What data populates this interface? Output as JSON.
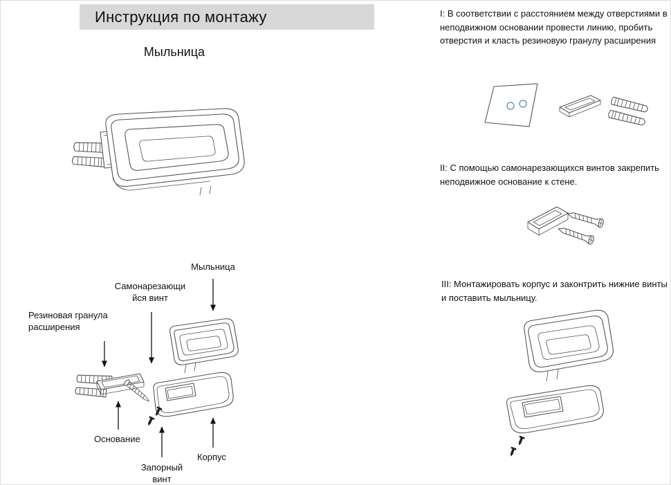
{
  "page": {
    "title": "Инструкция по монтажу",
    "product": "Мыльница"
  },
  "exploded_view": {
    "labels": {
      "dish": "Мыльница",
      "self_tapping_screw": "Самонарезающи\nйся винт",
      "rubber_expansion_plug": "Резиновая гранула\nрасширения",
      "base": "Основание",
      "lock_screw": "Запорный\nвинт",
      "body": "Корпус"
    }
  },
  "steps": [
    {
      "number": "I",
      "text": "I: В соответствии с расстоянием между отверстиями в неподвижном основании провести линию, пробить отверстия и класть резиновую гранулу расширения"
    },
    {
      "number": "II",
      "text": "II: С помощью самонарезающихся винтов закрепить неподвижное основание к стене."
    },
    {
      "number": "III",
      "text": "III: Монтажировать корпус и законтрить нижние винты и поставить мыльницу."
    }
  ],
  "icons": {
    "drawings": [
      "assembled-soap-dish-drawing",
      "exploded-view-drawing",
      "wall-plate-and-anchors-drawing",
      "bracket-and-screws-drawing",
      "body-and-dish-drawing"
    ]
  },
  "colors": {
    "header_bg": "#d8d8d8",
    "drawing_line": "#555555",
    "text": "#111111",
    "hole_accent": "#4d8fa6"
  }
}
